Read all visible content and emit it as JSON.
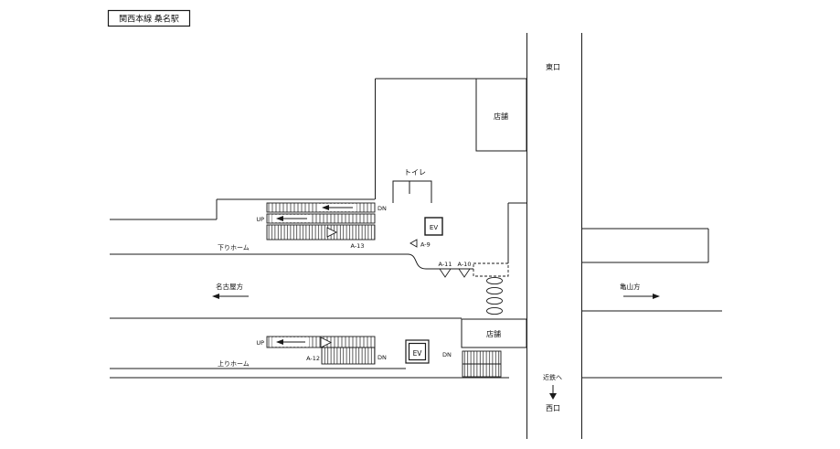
{
  "title": "関西本線 桑名駅",
  "exits": {
    "east": "東口",
    "west": "西口",
    "to_kintetsu": "近鉄へ"
  },
  "platforms": {
    "down": "下りホーム",
    "up": "上りホーム"
  },
  "directions": {
    "nagoya": "名古屋方",
    "kameyama": "亀山方"
  },
  "facilities": {
    "shop_upper": "店舗",
    "shop_lower": "店舗",
    "toilet": "トイレ",
    "elevator_upper": "EV",
    "elevator_lower": "EV"
  },
  "stairs": {
    "upper_escalator_dn": "DN",
    "upper_escalator_up": "UP",
    "lower_escalator_up": "UP",
    "lower_stairs_dn": "DN",
    "west_exit_stairs_dn": "DN"
  },
  "ad_positions": {
    "a9": "A-9",
    "a10": "A-10",
    "a11": "A-11",
    "a12": "A-12",
    "a13": "A-13"
  },
  "colors": {
    "line": "#1a1a1a",
    "background": "#ffffff"
  }
}
